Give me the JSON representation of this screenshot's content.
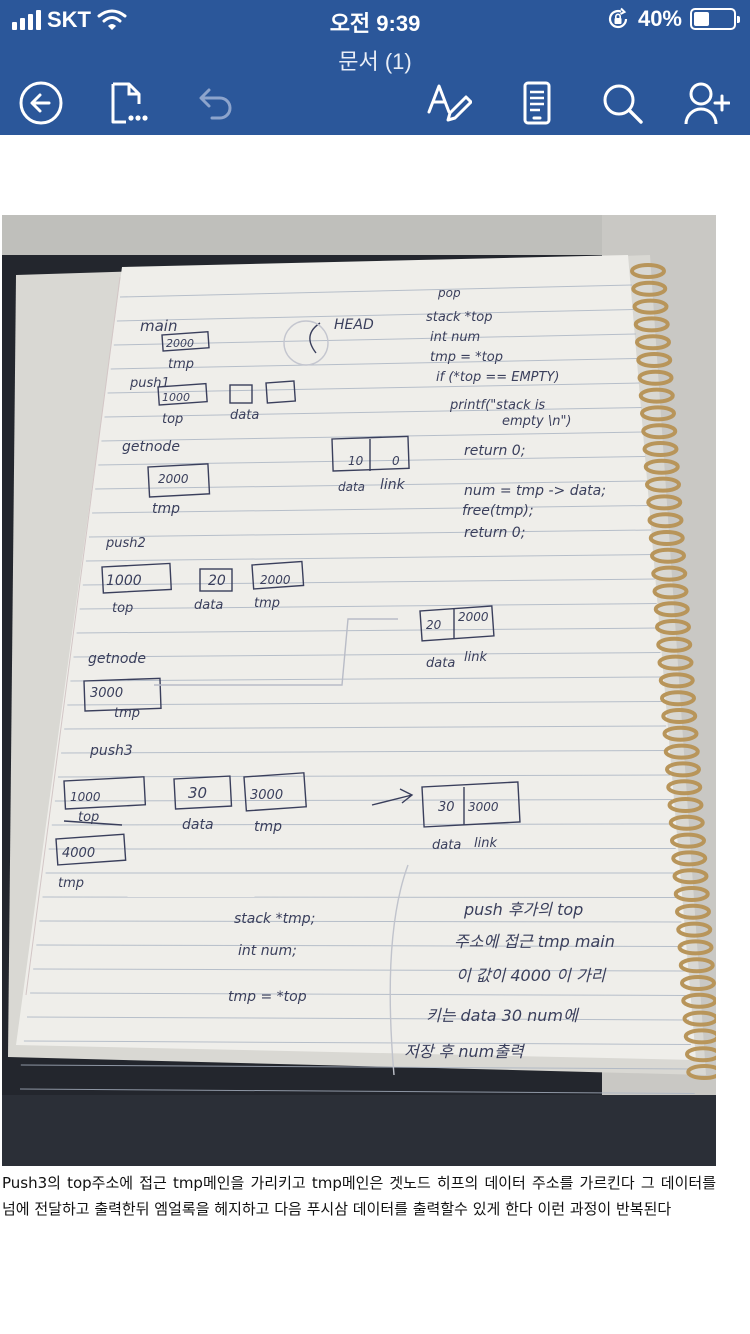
{
  "status_bar": {
    "carrier": "SKT",
    "time": "오전 9:39",
    "battery": "40%",
    "battery_level": 0.4
  },
  "app_bar": {
    "title": "문서 (1)",
    "buttons": [
      {
        "name": "back",
        "icon": "back-arrow-circle-icon"
      },
      {
        "name": "file",
        "icon": "file-menu-icon"
      },
      {
        "name": "undo",
        "icon": "undo-icon"
      },
      {
        "name": "edit",
        "icon": "pen-text-icon"
      },
      {
        "name": "mobile-view",
        "icon": "mobile-view-icon"
      },
      {
        "name": "search",
        "icon": "search-icon"
      },
      {
        "name": "share",
        "icon": "add-person-icon"
      }
    ]
  },
  "document": {
    "photo": {
      "notebook_text": [
        "pop",
        "main",
        "HEAD",
        "stack *top",
        "int num",
        "tmp = *top",
        "if (*top == EMPTY)",
        "printf(\"stack is",
        "empty \\n\")",
        "return 0;",
        "num = tmp -> data;",
        "free(tmp);",
        "return 0;",
        "tmp",
        "push1",
        "top",
        "data",
        "getnode",
        "2000",
        "push2",
        "1000",
        "20",
        "3000",
        "link",
        "push3",
        "30",
        "4000",
        "stack *tmp;",
        "int num;",
        "tmp = *top",
        "push 후가의 top",
        "주소에 접근 tmp main",
        "이 값이 4000 이 가리",
        "키는 data 30 num에",
        "저장 후 num출력",
        "10",
        "0",
        "1000",
        "2000",
        "3000"
      ]
    },
    "caption": "Push3의 top주소에 접근 tmp메인을 가리키고 tmp메인은 겟노드 히프의 데이터 주소를 가르킨다 그 데이터를 넘에 전달하고 출력한뒤 엠얼록을 헤지하고 다음 푸시삼 데이터를 출력할수 있게 한다 이런 과정이 반복된다"
  },
  "colors": {
    "app_bar": "#2b579a",
    "ink": "#3a3f5c",
    "paper": "#efeeea",
    "spiral": "#b8955a"
  }
}
